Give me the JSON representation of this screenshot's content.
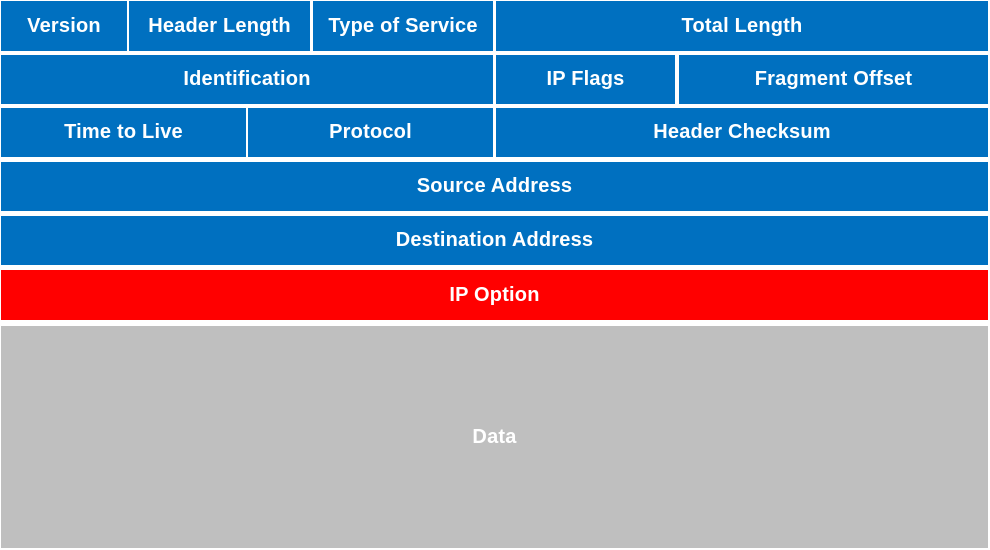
{
  "fields": {
    "version": "Version",
    "header_length": "Header Length",
    "type_of_service": "Type of Service",
    "total_length": "Total Length",
    "identification": "Identification",
    "ip_flags": "IP Flags",
    "fragment_offset": "Fragment Offset",
    "time_to_live": "Time to Live",
    "protocol": "Protocol",
    "header_checksum": "Header Checksum",
    "source_address": "Source Address",
    "destination_address": "Destination Address",
    "ip_option": "IP Option",
    "data": "Data"
  },
  "colors": {
    "header_field": "#0070c0",
    "ip_option": "#ff0000",
    "data": "#bfbfbf",
    "text": "#ffffff"
  }
}
